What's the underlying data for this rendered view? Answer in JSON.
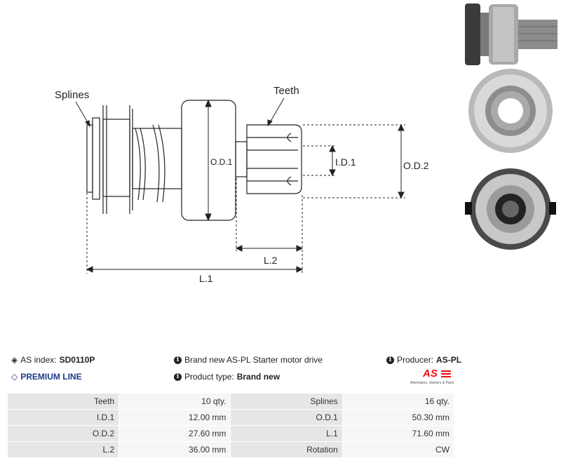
{
  "drawing": {
    "labels": {
      "splines": "Splines",
      "teeth": "Teeth",
      "od1": "O.D.1",
      "id1": "I.D.1",
      "od2": "O.D.2",
      "l2": "L.2",
      "l1": "L.1"
    }
  },
  "info": {
    "as_index_label": "AS index:",
    "as_index_value": "SD0110P",
    "premium_line": "PREMIUM LINE",
    "description": "Brand new AS-PL Starter motor drive",
    "product_type_label": "Product type:",
    "product_type_value": "Brand new",
    "producer_label": "Producer:",
    "producer_value": "AS-PL"
  },
  "logo": {
    "mark": "AS",
    "tagline": "Alternators, Starters & Parts"
  },
  "specs": [
    {
      "l1": "Teeth",
      "v1": "10 qty.",
      "l2": "Splines",
      "v2": "16 qty."
    },
    {
      "l1": "I.D.1",
      "v1": "12.00 mm",
      "l2": "O.D.1",
      "v2": "50.30 mm"
    },
    {
      "l1": "O.D.2",
      "v1": "27.60 mm",
      "l2": "L.1",
      "v2": "71.60 mm"
    },
    {
      "l1": "L.2",
      "v1": "36.00 mm",
      "l2": "Rotation",
      "v2": "CW"
    }
  ],
  "colors": {
    "accent_red": "#e11111",
    "premium_blue": "#1f3a8a"
  }
}
